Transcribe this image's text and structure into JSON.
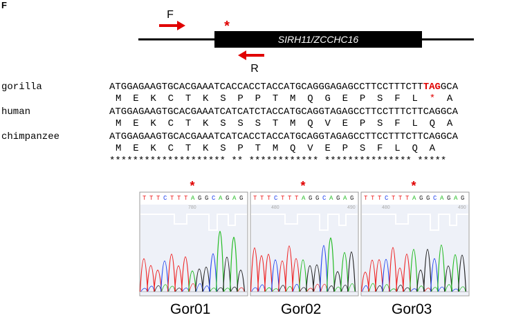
{
  "panel_letter": "F",
  "gene": {
    "name": "SIRH11/ZCCHC16",
    "primer_f": "F",
    "primer_r": "R",
    "mutation_mark": "*"
  },
  "alignment": {
    "gorilla": {
      "label": "gorilla",
      "dna_pre": "ATGGAGAAGTGCACGAAATCACCACCTACCATGCAGGGAGAGCCTTCCTTTCTT",
      "dna_stop": "TAG",
      "dna_post": "GCA",
      "aa_pre": "M  E  K  C  T  K  S  P  P  T  M  Q  G  E  P  S  F  L  ",
      "aa_stop": "*",
      "aa_post": "  A"
    },
    "human": {
      "label": "human",
      "dna": "ATGGAGAAGTGCACGAAATCATCATCTACCATGCAGGTAGAGCCTTCCTTTCTTCAGGCA",
      "aa": "M  E  K  C  T  K  S  S  S  T  M  Q  V  E  P  S  F  L  Q  A"
    },
    "chimpanzee": {
      "label": "chimpanzee",
      "dna": "ATGGAGAAGTGCACGAAATCATCACCTACCATGCAGGTAGAGCCTTCCTTTCTTCAGGCA",
      "aa": "M  E  K  C  T  K  S  P  T  M  Q  V  E  P  S  F  L  Q  A"
    },
    "conservation": "******************** ** ************ *************** *****"
  },
  "chromatograms": [
    {
      "label": "Gor01",
      "seq": [
        "T",
        "T",
        "T",
        "C",
        "T",
        "T",
        "T",
        "A",
        "G",
        "G",
        "C",
        "A",
        "G",
        "A",
        "G"
      ],
      "ticks": [
        "780"
      ]
    },
    {
      "label": "Gor02",
      "seq": [
        "T",
        "T",
        "T",
        "C",
        "T",
        "T",
        "T",
        "A",
        "G",
        "G",
        "C",
        "A",
        "G",
        "A",
        "G"
      ],
      "ticks": [
        "480",
        "490"
      ]
    },
    {
      "label": "Gor03",
      "seq": [
        "T",
        "T",
        "T",
        "C",
        "T",
        "T",
        "T",
        "A",
        "G",
        "G",
        "C",
        "A",
        "G",
        "A",
        "G"
      ],
      "ticks": [
        "480",
        "490"
      ]
    }
  ],
  "colors": {
    "A": "#22bb22",
    "C": "#2244ee",
    "G": "#222222",
    "T": "#ee2222",
    "accent": "#e00000",
    "panel_bg": "#eef1f8"
  }
}
